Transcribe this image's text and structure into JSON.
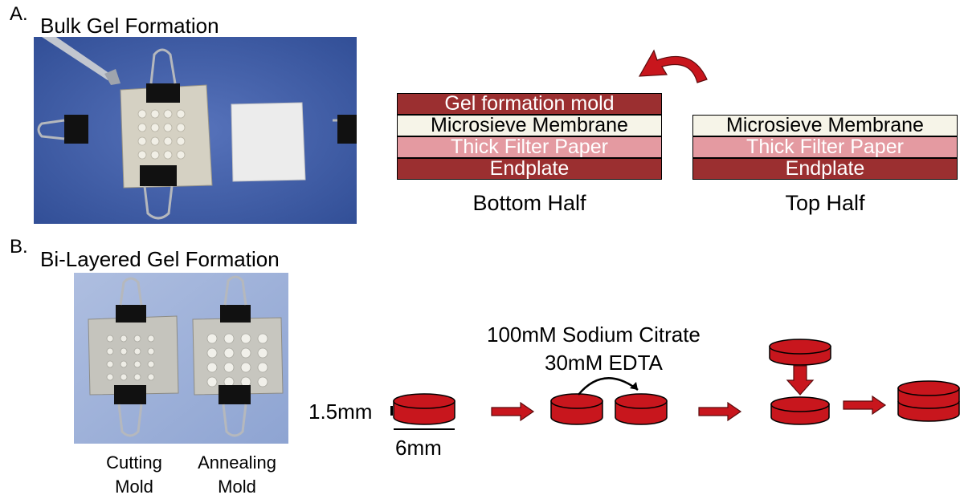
{
  "panel_a": {
    "letter": "A.",
    "title": "Bulk Gel Formation",
    "bottom_half": {
      "label": "Bottom Half",
      "layers": [
        "Gel formation mold",
        "Microsieve Membrane",
        "Thick Filter Paper",
        "Endplate"
      ]
    },
    "top_half": {
      "label": "Top Half",
      "layers": [
        "Microsieve Membrane",
        "Thick Filter Paper",
        "Endplate"
      ]
    }
  },
  "panel_b": {
    "letter": "B.",
    "title": "Bi-Layered Gel Formation",
    "molds": [
      {
        "line1": "Cutting",
        "line2": "Mold"
      },
      {
        "line1": "Annealing",
        "line2": "Mold"
      }
    ],
    "height_label": "1.5mm",
    "diameter_label": "6mm",
    "solution_line1": "100mM Sodium Citrate",
    "solution_line2": "30mM EDTA"
  },
  "colors": {
    "gel_red": "#c8161d",
    "dark_red": "#9b2f30",
    "pink": "#e49aa1",
    "cream": "#f6f4e8",
    "photo_blue": "#3f5faa"
  }
}
